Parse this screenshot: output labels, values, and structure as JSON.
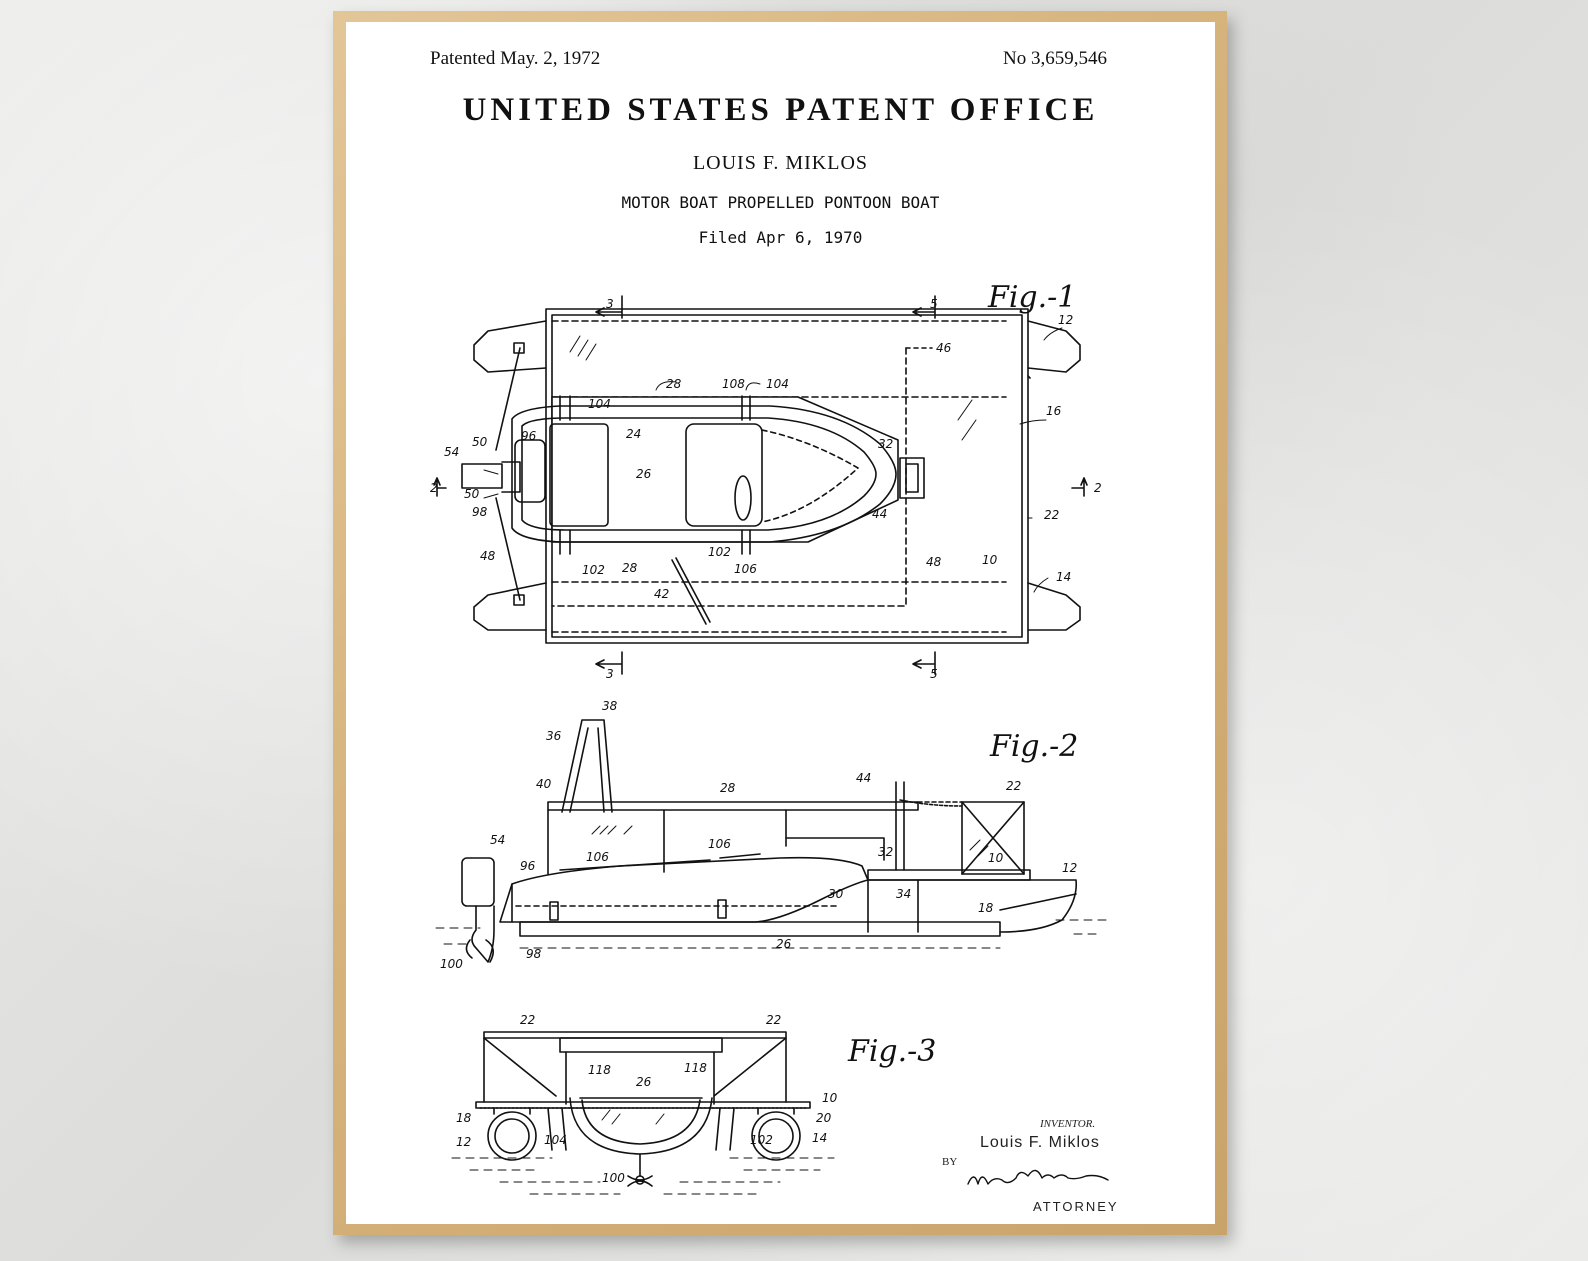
{
  "header": {
    "patented": "Patented May. 2, 1972",
    "patent_number": "No 3,659,546",
    "office": "UNITED STATES PATENT OFFICE",
    "inventor": "LOUIS F. MIKLOS",
    "title": "MOTOR BOAT PROPELLED PONTOON BOAT",
    "filed": "Filed Apr 6, 1970"
  },
  "figures": {
    "fig1": "Fig.-1",
    "fig2": "Fig.-2",
    "fig3": "Fig.-3"
  },
  "signature": {
    "inventor_label": "INVENTOR.",
    "inventor_name": "Louis F. Miklos",
    "by": "BY",
    "attorney_signature": "Walter Leuca",
    "attorney_label": "ATTORNEY"
  },
  "reference_numerals": {
    "fig1": [
      "3",
      "5",
      "12",
      "46",
      "16",
      "28",
      "108",
      "104",
      "104",
      "24",
      "50",
      "54",
      "96",
      "26",
      "32",
      "2",
      "2",
      "50",
      "98",
      "44",
      "22",
      "48",
      "102",
      "106",
      "10",
      "48",
      "102",
      "28",
      "14",
      "42",
      "3",
      "5"
    ],
    "fig2": [
      "38",
      "36",
      "40",
      "28",
      "44",
      "22",
      "54",
      "96",
      "106",
      "106",
      "32",
      "10",
      "12",
      "30",
      "34",
      "18",
      "100",
      "98",
      "26"
    ],
    "fig3": [
      "22",
      "22",
      "118",
      "26",
      "118",
      "10",
      "18",
      "20",
      "12",
      "104",
      "102",
      "14",
      "100"
    ]
  },
  "colors": {
    "frame": "#d7b47d",
    "paper": "#ffffff",
    "ink": "#111111",
    "wall": "#e6e6e4"
  }
}
